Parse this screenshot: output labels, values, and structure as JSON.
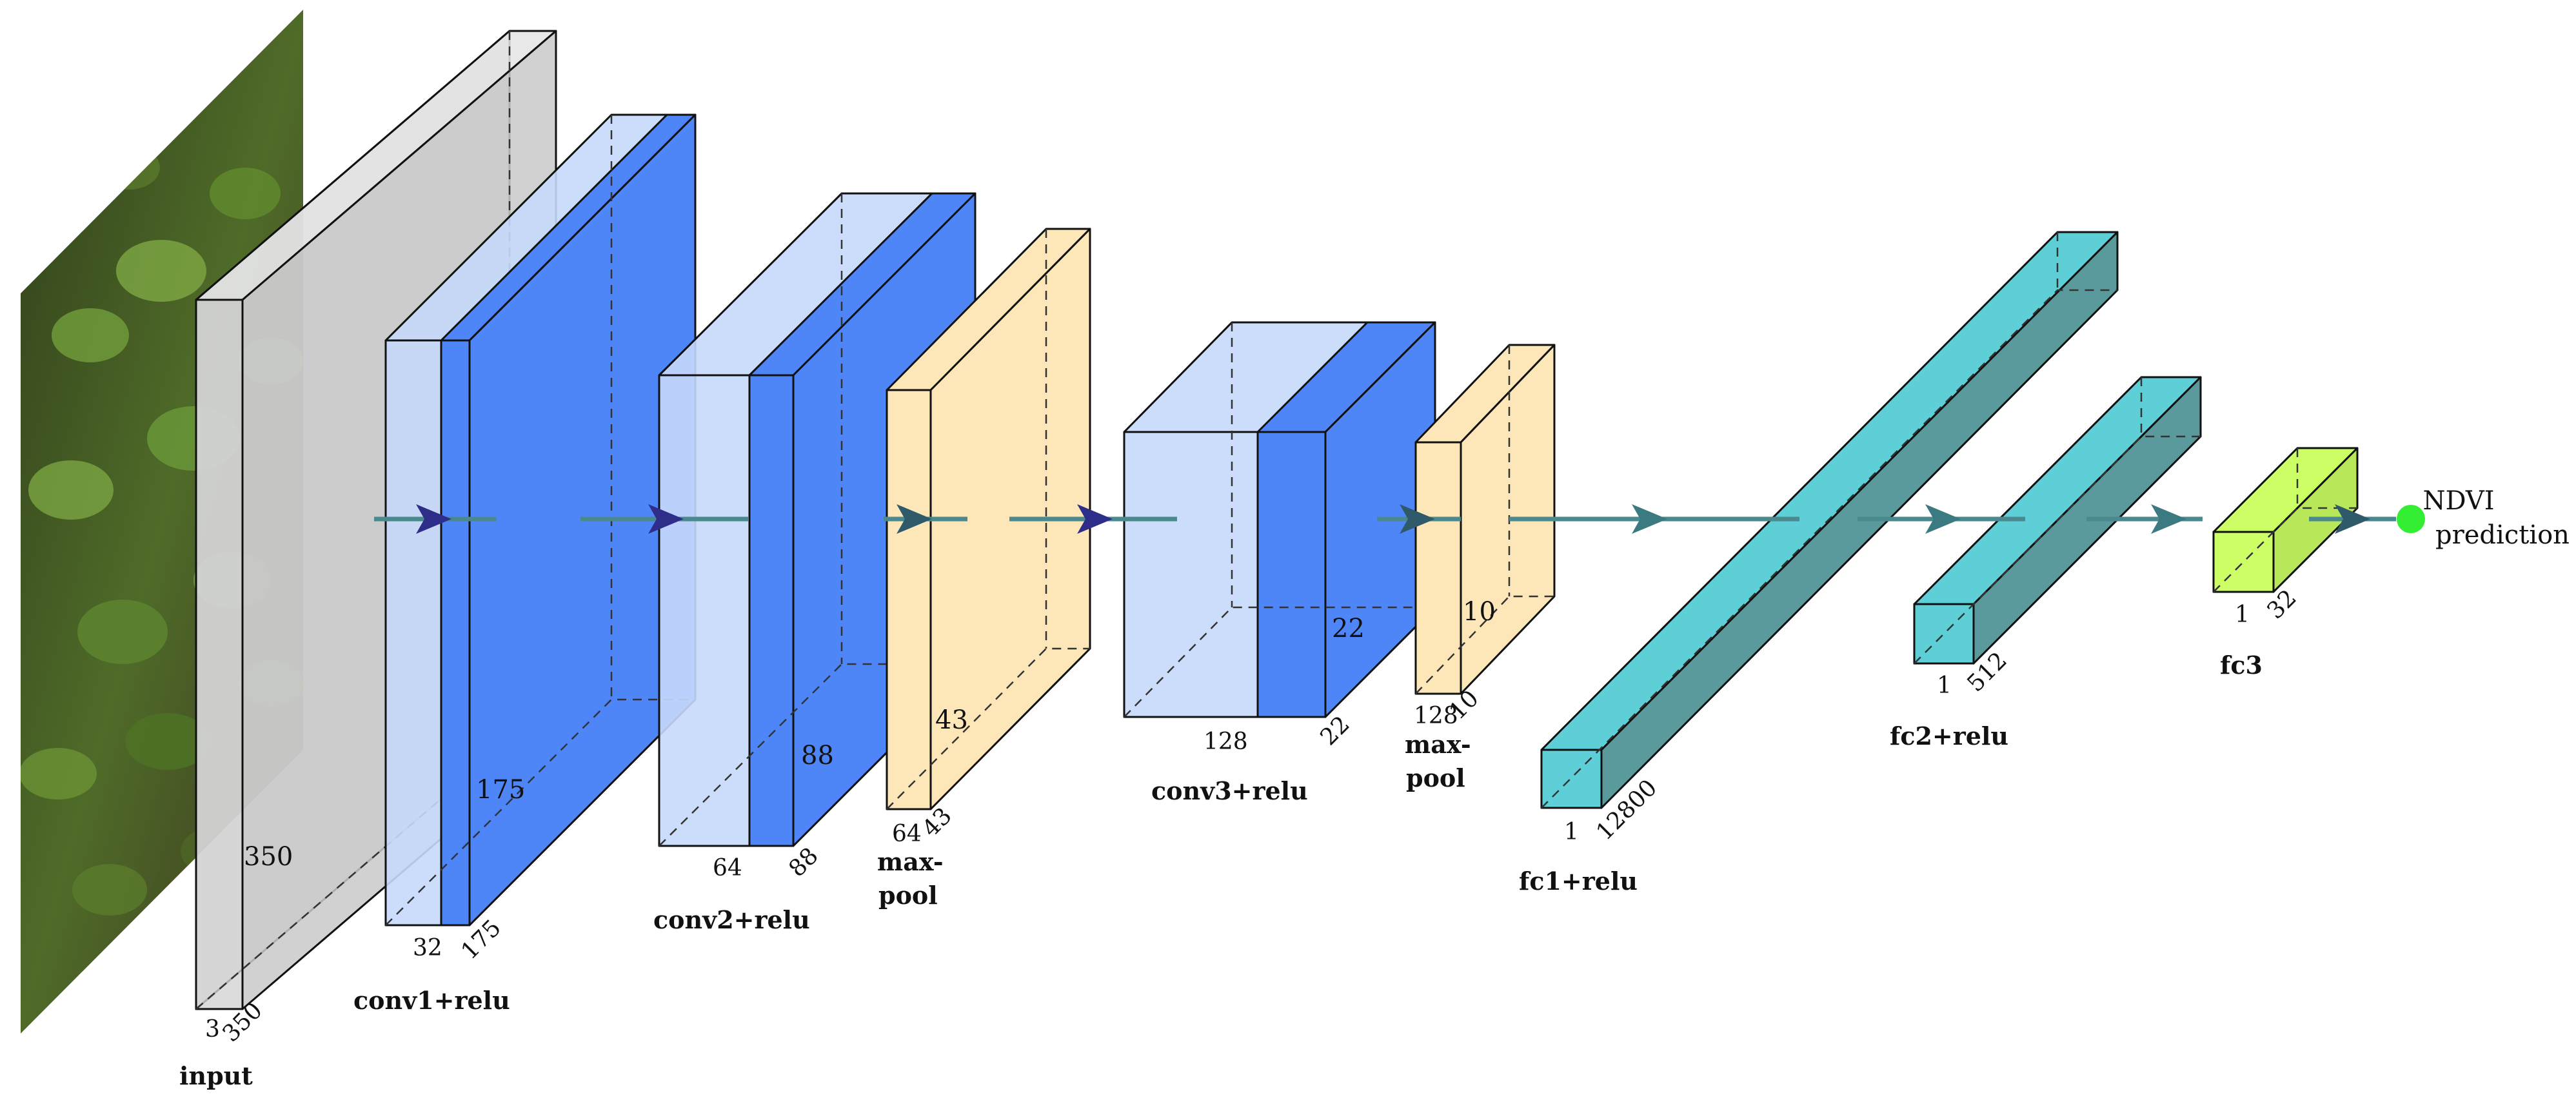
{
  "colors": {
    "input_block": "#d3d3d3",
    "conv_light": "#c6d9fb",
    "conv_dark": "#4f86f7",
    "pool": "#fde6b8",
    "fc": "#5ecfd6",
    "fc_out": "#ccff66",
    "arrow_line": "#4a8a8f",
    "arrowhead": "#2e2e8a",
    "output_dot": "#33ee33",
    "photo_dark": "#3a4a22",
    "photo_light": "#6a8a38"
  },
  "layers": {
    "input": {
      "caption": "input",
      "depth": "3",
      "width": "350",
      "height": "350"
    },
    "conv1": {
      "caption": "conv1+relu",
      "depth": "32",
      "width": "175",
      "height": "175"
    },
    "conv2": {
      "caption": "conv2+relu",
      "depth": "64",
      "width": "88",
      "height": "88"
    },
    "pool1": {
      "caption_1": "max-",
      "caption_2": "pool",
      "depth": "64",
      "width": "43",
      "height": "43"
    },
    "conv3": {
      "caption": "conv3+relu",
      "depth": "128",
      "width": "22",
      "height": "22"
    },
    "pool2": {
      "caption_1": "max-",
      "caption_2": "pool",
      "depth": "128",
      "width": "10",
      "height": "10"
    },
    "fc1": {
      "caption": "fc1+relu",
      "depth": "1",
      "width": "12800"
    },
    "fc2": {
      "caption": "fc2+relu",
      "depth": "1",
      "width": "512"
    },
    "fc3": {
      "caption": "fc3",
      "depth": "1",
      "width": "32"
    }
  },
  "output": {
    "line1": "NDVI",
    "line2": "prediction"
  }
}
